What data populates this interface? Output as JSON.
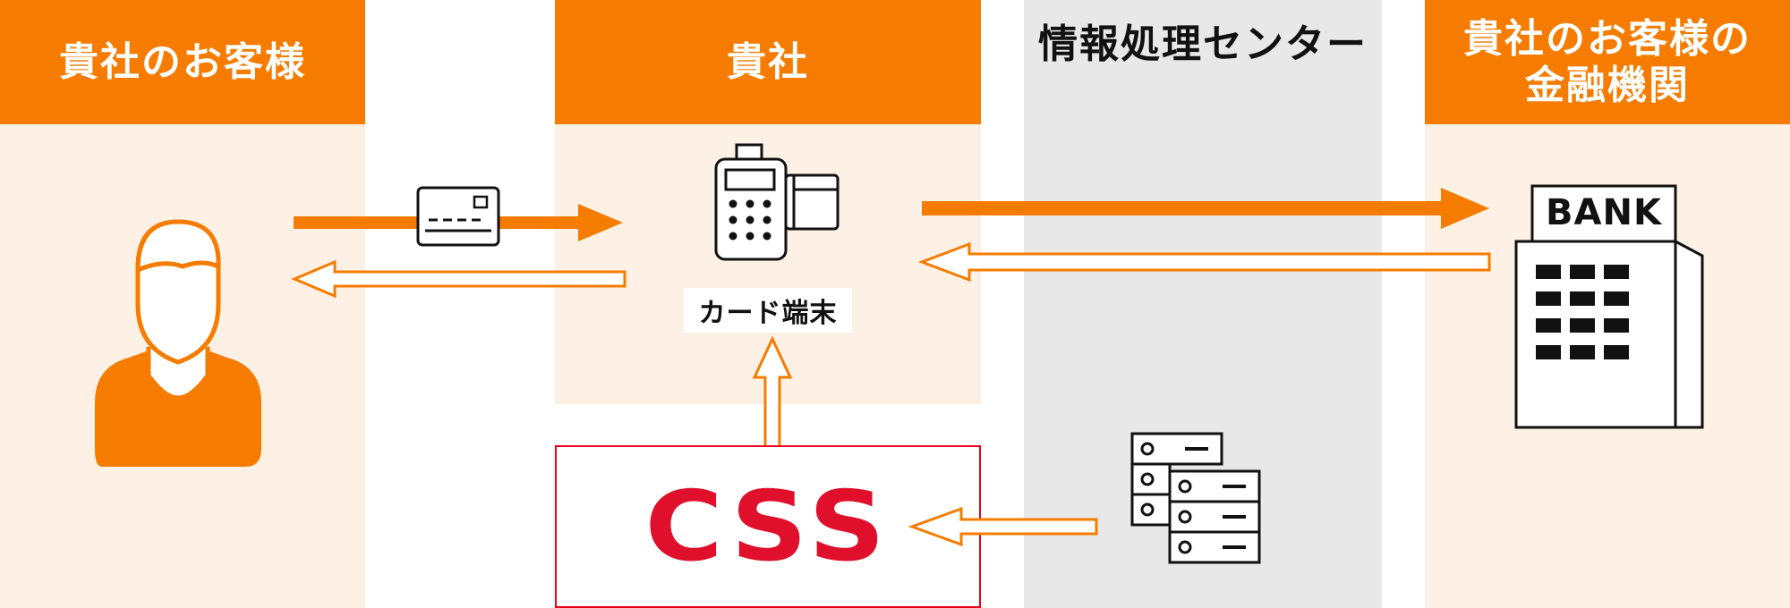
{
  "colors": {
    "orange": "#f57c00",
    "light_peach": "#fdf0e4",
    "gray_band": "#e8e8e8",
    "css_red": "#e0102c"
  },
  "columns": {
    "customer": {
      "header": "貴社のお客様"
    },
    "merchant": {
      "header": "貴社"
    },
    "processing_center": {
      "header": "情報処理センター"
    },
    "bank": {
      "header_line1": "貴社のお客様の",
      "header_line2": "金融機関"
    }
  },
  "terminal": {
    "label": "カード端末"
  },
  "css": {
    "logo_text": "CSS"
  },
  "bank": {
    "sign_text": "BANK"
  },
  "icons": {
    "customer": "person-icon",
    "card": "credit-card-icon",
    "terminal": "card-terminal-icon",
    "server": "server-icon",
    "bank": "bank-building-icon"
  }
}
